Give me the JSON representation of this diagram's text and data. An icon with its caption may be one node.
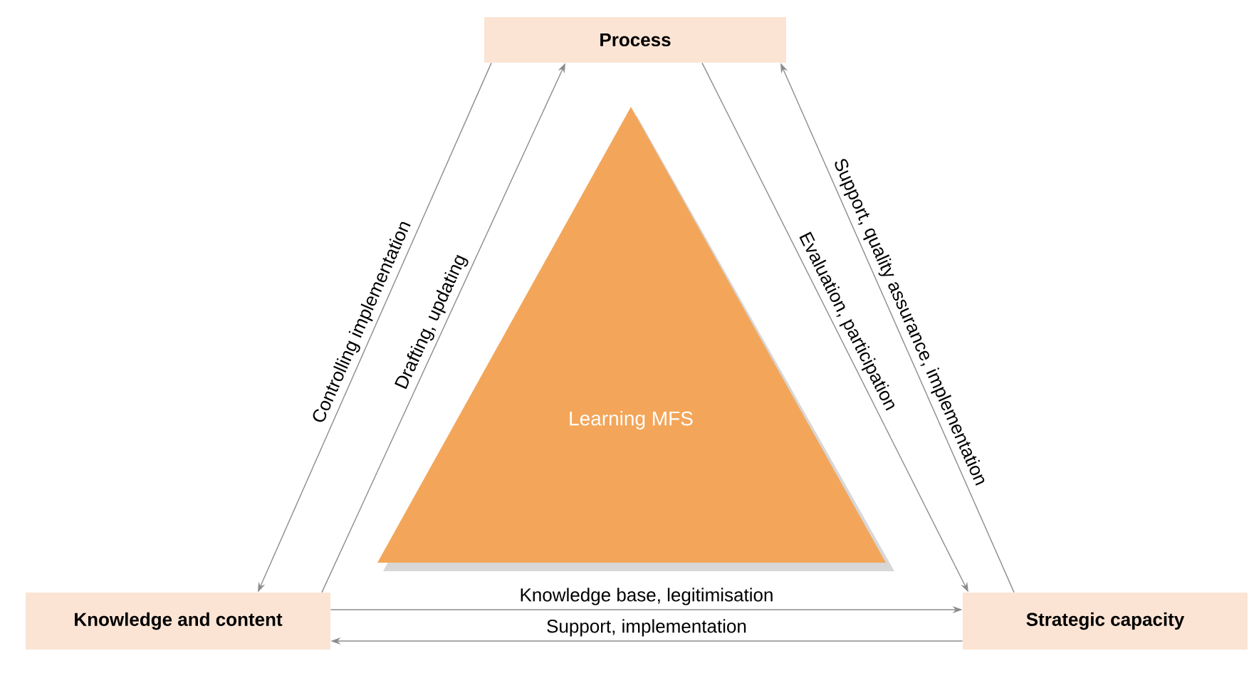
{
  "diagram": {
    "nodes": [
      {
        "text": [
          "Process"
        ]
      },
      {
        "text": [
          "Learning MFS"
        ]
      },
      {
        "text": [
          "Knowledge and content"
        ]
      },
      {
        "text": [
          "Strategic capacity"
        ]
      }
    ],
    "edges": [
      {
        "from": 0,
        "to": 2,
        "arrow": "to",
        "label": "Controlling implementation"
      },
      {
        "from": 2,
        "to": 0,
        "arrow": "to",
        "label": "Drafting, updating"
      },
      {
        "from": 0,
        "to": 3,
        "arrow": "to",
        "label": "Evaluation, participation"
      },
      {
        "from": 3,
        "to": 0,
        "arrow": "to",
        "label": "Support, quality assurance, implementation"
      },
      {
        "from": 2,
        "to": 3,
        "arrow": "to",
        "label": "Knowledge base, legitimisation"
      },
      {
        "from": 3,
        "to": 2,
        "arrow": "to",
        "label": "Support, implementation"
      }
    ]
  }
}
